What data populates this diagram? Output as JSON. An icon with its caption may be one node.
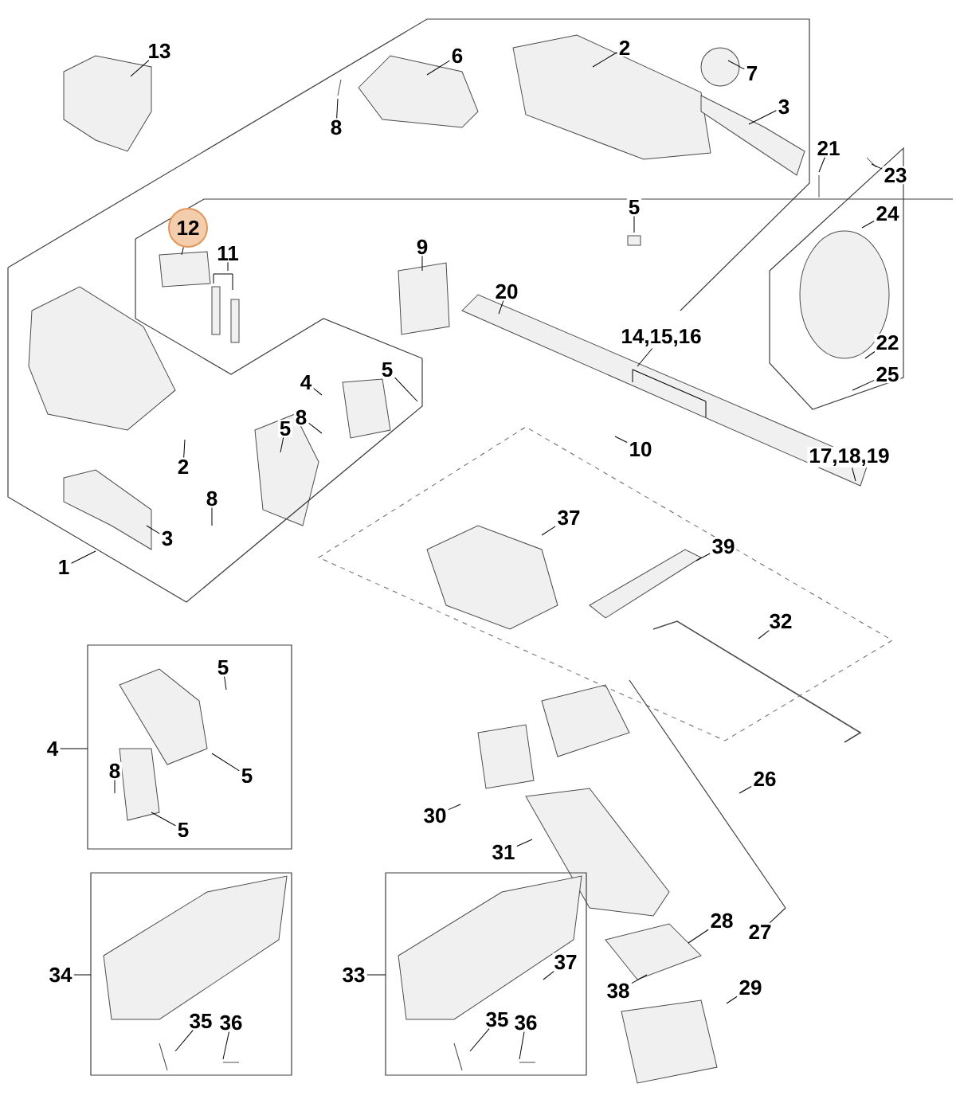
{
  "diagram": {
    "nodes": [
      {
        "text": [
          "13"
        ]
      },
      {
        "text": [
          "6"
        ]
      },
      {
        "text": [
          "2"
        ]
      },
      {
        "text": [
          "7"
        ]
      },
      {
        "text": [
          "8"
        ]
      },
      {
        "text": [
          "3"
        ]
      },
      {
        "text": [
          "21"
        ]
      },
      {
        "text": [
          "23"
        ]
      },
      {
        "text": [
          "24"
        ]
      },
      {
        "text": [
          "5"
        ]
      },
      {
        "text": [
          "12"
        ]
      },
      {
        "text": [
          "11"
        ]
      },
      {
        "text": [
          "9"
        ]
      },
      {
        "text": [
          "20"
        ]
      },
      {
        "text": [
          "14,15,16"
        ]
      },
      {
        "text": [
          "22"
        ]
      },
      {
        "text": [
          "25"
        ]
      },
      {
        "text": [
          "4"
        ]
      },
      {
        "text": [
          "5"
        ]
      },
      {
        "text": [
          "8"
        ]
      },
      {
        "text": [
          "5"
        ]
      },
      {
        "text": [
          "2"
        ]
      },
      {
        "text": [
          "10"
        ]
      },
      {
        "text": [
          "17,18,19"
        ]
      },
      {
        "text": [
          "8"
        ]
      },
      {
        "text": [
          "3"
        ]
      },
      {
        "text": [
          "37"
        ]
      },
      {
        "text": [
          "1"
        ]
      },
      {
        "text": [
          "39"
        ]
      },
      {
        "text": [
          "32"
        ]
      },
      {
        "text": [
          "5"
        ]
      },
      {
        "text": [
          "4"
        ]
      },
      {
        "text": [
          "8"
        ]
      },
      {
        "text": [
          "5"
        ]
      },
      {
        "text": [
          "26"
        ]
      },
      {
        "text": [
          "30"
        ]
      },
      {
        "text": [
          "5"
        ]
      },
      {
        "text": [
          "31"
        ]
      },
      {
        "text": [
          "28"
        ]
      },
      {
        "text": [
          "27"
        ]
      },
      {
        "text": [
          "37"
        ]
      },
      {
        "text": [
          "34"
        ]
      },
      {
        "text": [
          "33"
        ]
      },
      {
        "text": [
          "38"
        ]
      },
      {
        "text": [
          "29"
        ]
      },
      {
        "text": [
          "35"
        ]
      },
      {
        "text": [
          "36"
        ]
      },
      {
        "text": [
          "35"
        ]
      },
      {
        "text": [
          "36"
        ]
      }
    ],
    "edges": [
      {
        "from": 0,
        "to": null,
        "arrow": "none"
      },
      {
        "from": 1,
        "to": null,
        "arrow": "none"
      },
      {
        "from": 2,
        "to": null,
        "arrow": "none"
      },
      {
        "from": 3,
        "to": null,
        "arrow": "none"
      },
      {
        "from": 4,
        "to": null,
        "arrow": "none"
      },
      {
        "from": 5,
        "to": null,
        "arrow": "none"
      },
      {
        "from": 6,
        "to": null,
        "arrow": "none"
      },
      {
        "from": 7,
        "to": null,
        "arrow": "none"
      },
      {
        "from": 8,
        "to": null,
        "arrow": "none"
      },
      {
        "from": 9,
        "to": null,
        "arrow": "none"
      },
      {
        "from": 10,
        "to": null,
        "arrow": "none"
      },
      {
        "from": 11,
        "to": null,
        "arrow": "none"
      },
      {
        "from": 12,
        "to": null,
        "arrow": "none"
      },
      {
        "from": 13,
        "to": null,
        "arrow": "none"
      },
      {
        "from": 14,
        "to": null,
        "arrow": "none"
      },
      {
        "from": 15,
        "to": null,
        "arrow": "none"
      },
      {
        "from": 16,
        "to": null,
        "arrow": "none"
      },
      {
        "from": 17,
        "to": null,
        "arrow": "none"
      },
      {
        "from": 18,
        "to": null,
        "arrow": "none"
      },
      {
        "from": 19,
        "to": null,
        "arrow": "none"
      },
      {
        "from": 20,
        "to": null,
        "arrow": "none"
      },
      {
        "from": 21,
        "to": null,
        "arrow": "none"
      },
      {
        "from": 22,
        "to": null,
        "arrow": "none"
      },
      {
        "from": 23,
        "to": null,
        "arrow": "none"
      },
      {
        "from": 24,
        "to": null,
        "arrow": "none"
      },
      {
        "from": 25,
        "to": null,
        "arrow": "none"
      },
      {
        "from": 26,
        "to": null,
        "arrow": "none"
      },
      {
        "from": 27,
        "to": null,
        "arrow": "none"
      },
      {
        "from": 28,
        "to": null,
        "arrow": "none"
      },
      {
        "from": 29,
        "to": null,
        "arrow": "none"
      },
      {
        "from": 30,
        "to": null,
        "arrow": "none"
      },
      {
        "from": 31,
        "to": null,
        "arrow": "none"
      },
      {
        "from": 32,
        "to": null,
        "arrow": "none"
      },
      {
        "from": 33,
        "to": null,
        "arrow": "none"
      },
      {
        "from": 34,
        "to": null,
        "arrow": "none"
      },
      {
        "from": 35,
        "to": null,
        "arrow": "none"
      },
      {
        "from": 36,
        "to": null,
        "arrow": "none"
      },
      {
        "from": 37,
        "to": null,
        "arrow": "none"
      },
      {
        "from": 38,
        "to": null,
        "arrow": "none"
      },
      {
        "from": 39,
        "to": null,
        "arrow": "none"
      },
      {
        "from": 40,
        "to": null,
        "arrow": "none"
      },
      {
        "from": 41,
        "to": null,
        "arrow": "none"
      },
      {
        "from": 42,
        "to": null,
        "arrow": "none"
      },
      {
        "from": 43,
        "to": null,
        "arrow": "none"
      },
      {
        "from": 44,
        "to": null,
        "arrow": "none"
      },
      {
        "from": 45,
        "to": null,
        "arrow": "none"
      },
      {
        "from": 46,
        "to": null,
        "arrow": "none"
      },
      {
        "from": 47,
        "to": null,
        "arrow": "none"
      },
      {
        "from": 48,
        "to": null,
        "arrow": "none"
      }
    ]
  }
}
